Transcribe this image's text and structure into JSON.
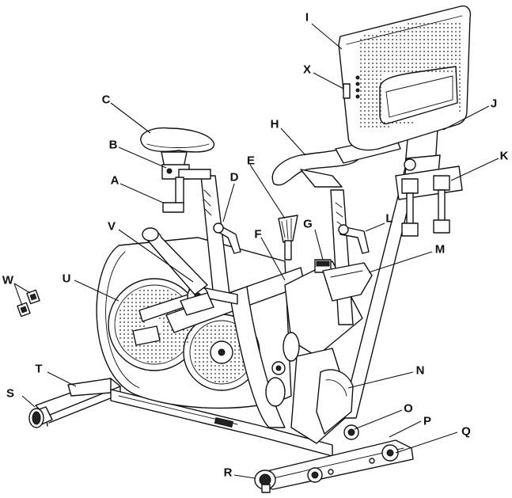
{
  "callouts": [
    {
      "id": "A",
      "label": "A"
    },
    {
      "id": "B",
      "label": "B"
    },
    {
      "id": "C",
      "label": "C"
    },
    {
      "id": "D",
      "label": "D"
    },
    {
      "id": "E",
      "label": "E"
    },
    {
      "id": "F",
      "label": "F"
    },
    {
      "id": "G",
      "label": "G"
    },
    {
      "id": "H",
      "label": "H"
    },
    {
      "id": "I",
      "label": "I"
    },
    {
      "id": "J",
      "label": "J"
    },
    {
      "id": "K",
      "label": "K"
    },
    {
      "id": "L",
      "label": "L"
    },
    {
      "id": "M",
      "label": "M"
    },
    {
      "id": "N",
      "label": "N"
    },
    {
      "id": "O",
      "label": "O"
    },
    {
      "id": "P",
      "label": "P"
    },
    {
      "id": "Q",
      "label": "Q"
    },
    {
      "id": "R",
      "label": "R"
    },
    {
      "id": "S",
      "label": "S"
    },
    {
      "id": "T",
      "label": "T"
    },
    {
      "id": "U",
      "label": "U"
    },
    {
      "id": "V",
      "label": "V"
    },
    {
      "id": "W",
      "label": "W"
    },
    {
      "id": "X",
      "label": "X"
    }
  ],
  "colors": {
    "line": "#111111",
    "background": "#ffffff",
    "dots": "#222222"
  }
}
